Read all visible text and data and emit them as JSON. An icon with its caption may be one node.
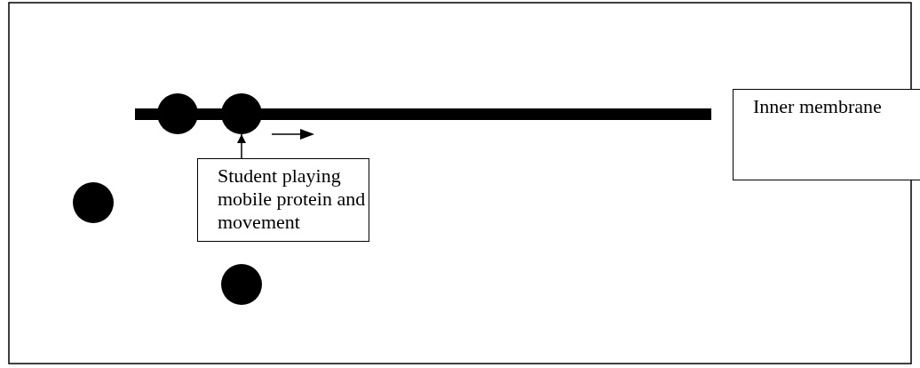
{
  "diagram": {
    "nodes": [
      {
        "text": [
          "Student playing mobile protein and movement"
        ]
      },
      {
        "text": [
          "Inner membrane"
        ]
      },
      {
        "text": [],
        "shape": "circle"
      },
      {
        "text": [],
        "shape": "circle"
      },
      {
        "text": [],
        "shape": "circle"
      },
      {
        "text": [],
        "shape": "circle"
      }
    ],
    "edges": [
      {
        "from": 0,
        "to": 4,
        "arrow": "to"
      }
    ]
  }
}
